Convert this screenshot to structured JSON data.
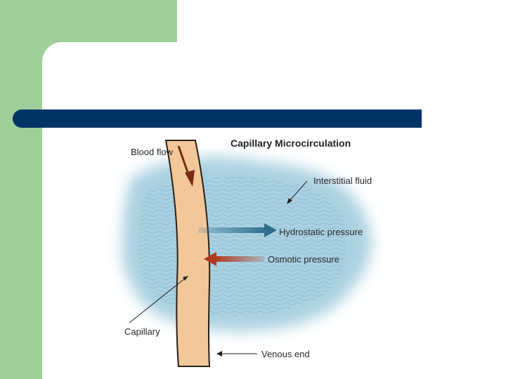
{
  "slide": {
    "colors": {
      "side_panel": "#9fcf99",
      "title_bar": "#003467",
      "background": "#ffffff"
    }
  },
  "diagram": {
    "title": "Capillary Microcirculation",
    "labels": {
      "blood_flow": "Blood flow",
      "interstitial_fluid": "Interstitial fluid",
      "hydrostatic_pressure": "Hydrostatic pressure",
      "osmotic_pressure": "Osmotic pressure",
      "capillary": "Capillary",
      "venous_end": "Venous end"
    },
    "colors": {
      "fluid": "#9cc9dc",
      "capillary": "#f2c89a",
      "hydrostatic_arrow": "#2e6f8e",
      "osmotic_arrow": "#b03a1e",
      "blood_flow_arrow": "#7a2a12"
    }
  }
}
